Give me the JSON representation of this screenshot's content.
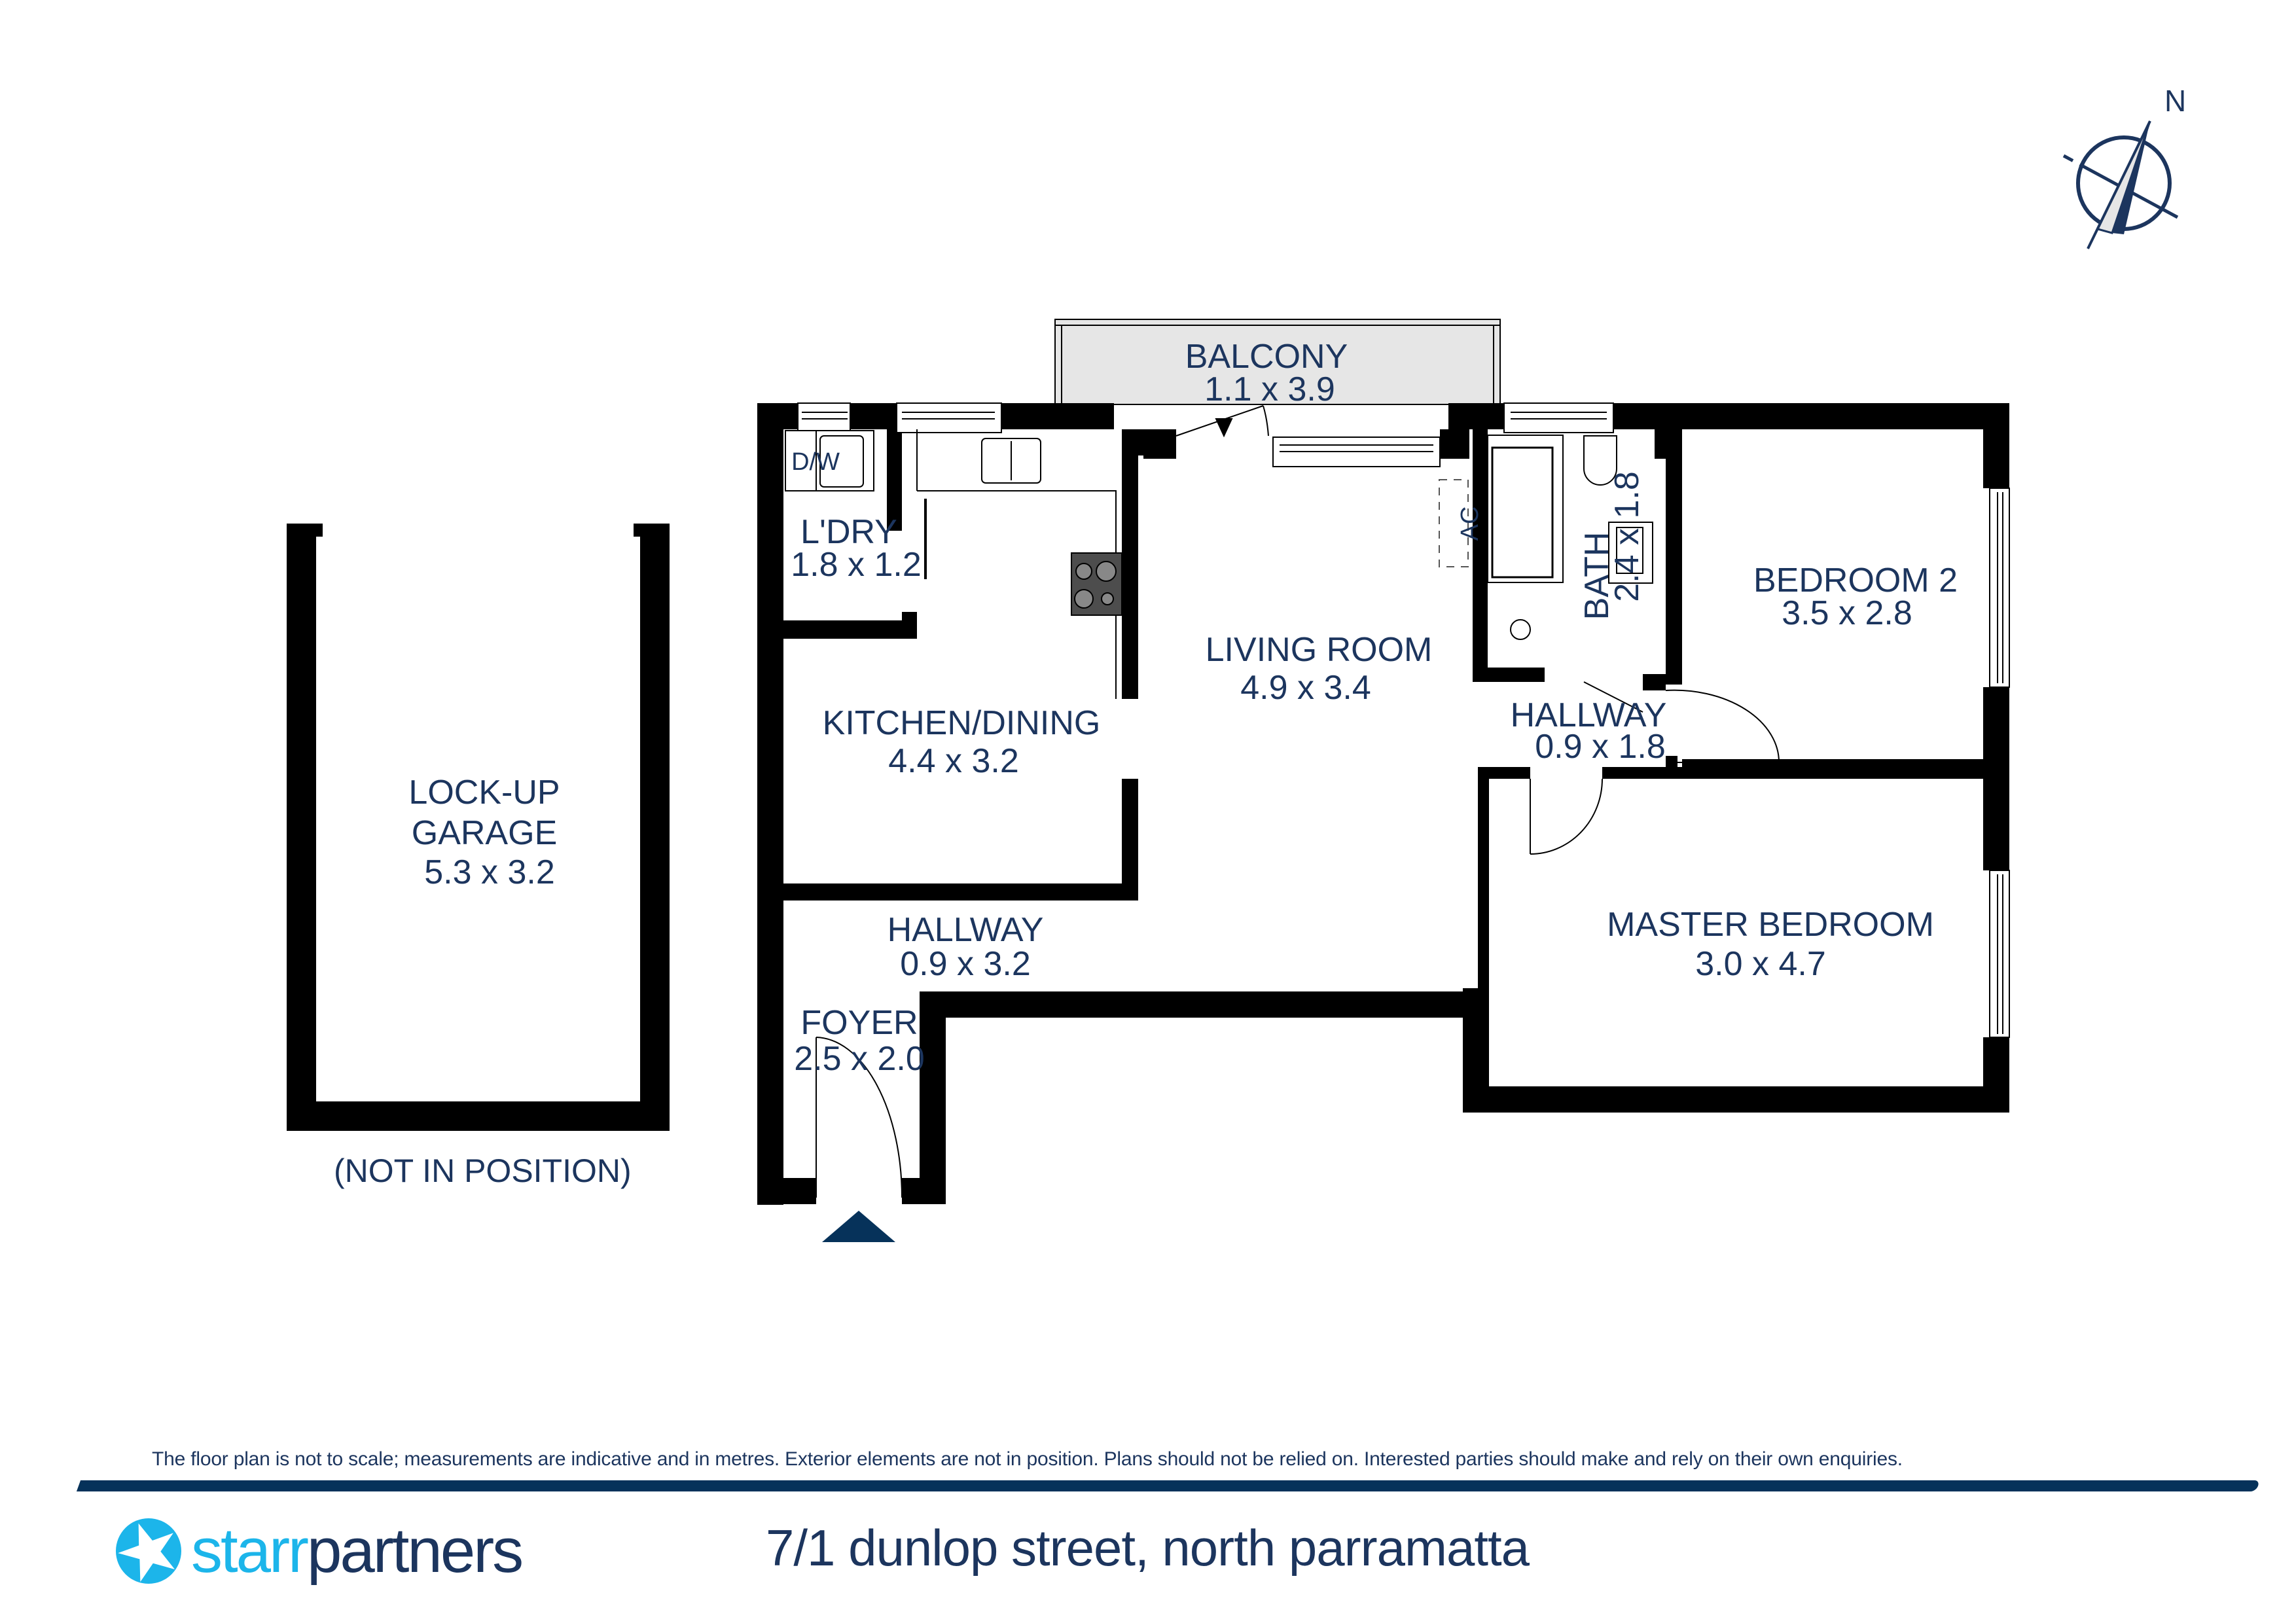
{
  "compass": {
    "label": "N"
  },
  "rooms": {
    "balcony": {
      "name": "BALCONY",
      "dims": "1.1 x 3.9"
    },
    "laundry": {
      "name": "L'DRY",
      "dims": "1.8 x 1.2",
      "appliance_label": "D/W"
    },
    "kitchen_dining": {
      "name": "KITCHEN/DINING",
      "dims": "4.4 x 3.2"
    },
    "living_room": {
      "name": "LIVING ROOM",
      "dims": "4.9 x 3.4"
    },
    "ac": {
      "label": "AC"
    },
    "bath": {
      "name": "BATH",
      "dims": "2.4 x 1.8"
    },
    "bedroom_2": {
      "name": "BEDROOM 2",
      "dims": "3.5 x 2.8"
    },
    "hallway_east": {
      "name": "HALLWAY",
      "dims": "0.9 x 1.8"
    },
    "master_bedroom": {
      "name": "MASTER BEDROOM",
      "dims": "3.0 x 4.7"
    },
    "hallway_west": {
      "name": "HALLWAY",
      "dims": "0.9 x 3.2"
    },
    "foyer": {
      "name": "FOYER",
      "dims": "2.5 x 2.0"
    },
    "garage": {
      "name_line1": "LOCK-UP",
      "name_line2": "GARAGE",
      "dims": "5.3 x 3.2",
      "note": "(NOT IN POSITION)"
    }
  },
  "footer": {
    "disclaimer": "The floor plan is not to scale; measurements are indicative and in metres. Exterior elements are not in position. Plans should not be relied on. Interested parties should make and rely on their own enquiries.",
    "brand_part1": "starr",
    "brand_part2": "partners",
    "address": "7/1 dunlop street, north parramatta"
  },
  "colors": {
    "wall": "#000000",
    "label": "#1c355e",
    "balcony_fill": "#e6e6e6",
    "brand_light": "#1cb5ea",
    "brand_dark": "#1c355e",
    "footer_bar": "#06325a",
    "entry_marker": "#06325a"
  }
}
